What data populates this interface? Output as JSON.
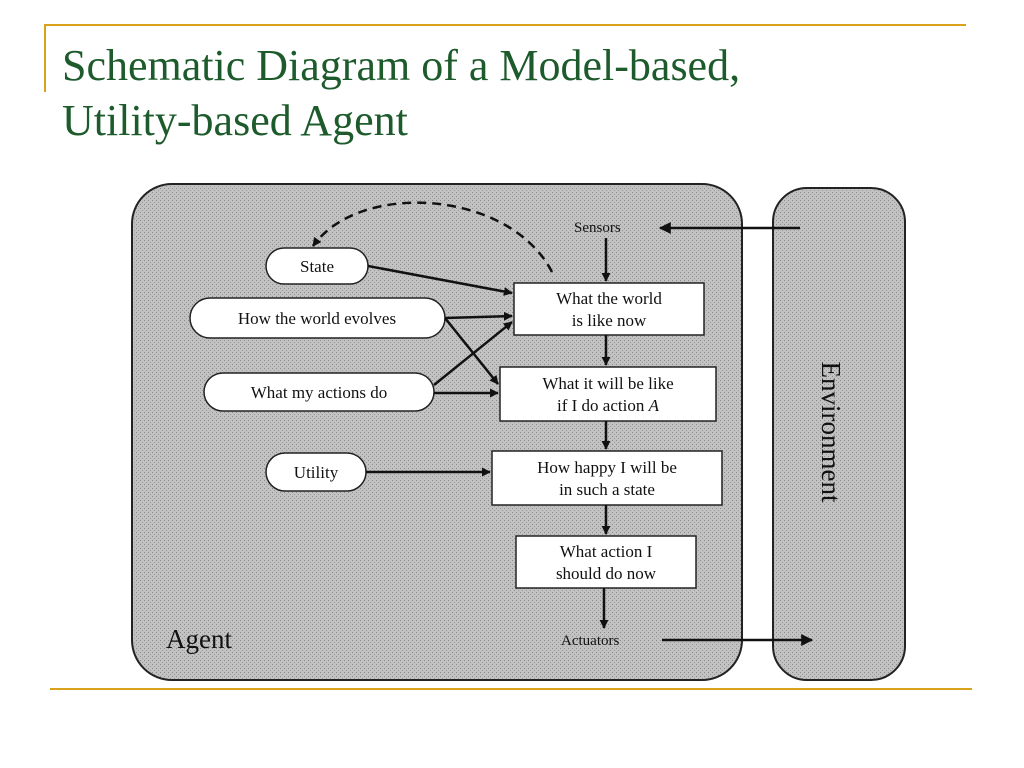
{
  "slide": {
    "title_line1": "Schematic Diagram of a Model-based,",
    "title_line2": "Utility-based Agent"
  },
  "diagram": {
    "agent_label": "Agent",
    "environment_label": "Environment",
    "sensors_label": "Sensors",
    "actuators_label": "Actuators",
    "ovals": {
      "state": "State",
      "world_evolves": "How the world evolves",
      "actions_do": "What my actions do",
      "utility": "Utility"
    },
    "boxes": {
      "world_now_l1": "What the world",
      "world_now_l2": "is like now",
      "will_be_l1": "What it will be like",
      "will_be_l2": "if I do action",
      "will_be_var": "A",
      "happy_l1": "How happy I will be",
      "happy_l2": "in such a state",
      "action_l1": "What action I",
      "action_l2": "should do now"
    }
  },
  "colors": {
    "title": "#1e5b2c",
    "rule": "#d9a21b",
    "panel": "#bdbdbd"
  }
}
